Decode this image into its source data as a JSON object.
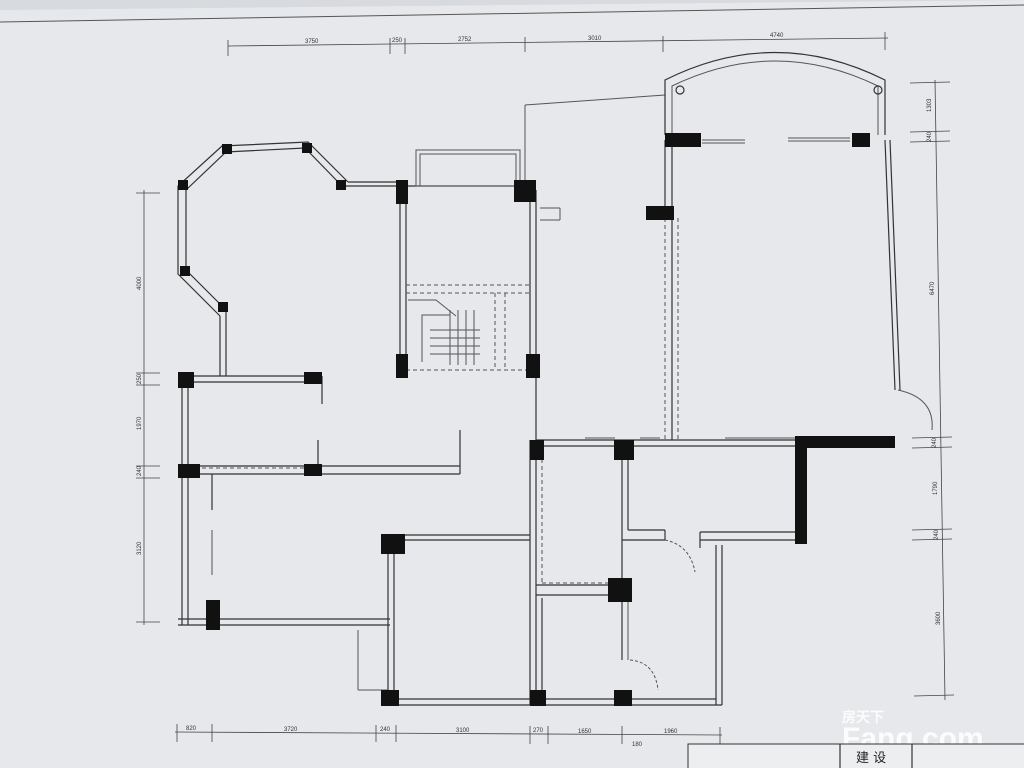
{
  "dimensions": {
    "top": [
      "3750",
      "250",
      "2752",
      "3010",
      "4740"
    ],
    "bottom": [
      "820",
      "3720",
      "240",
      "3100",
      "270",
      "1650",
      "1960"
    ],
    "bottom_extra": "180",
    "left": [
      "4000",
      "250",
      "1970",
      "240",
      "3120"
    ],
    "right": [
      "1303",
      "240",
      "6470",
      "240",
      "1790",
      "240",
      "3600"
    ]
  },
  "watermark": {
    "cn": "房天下",
    "en": "Fang.com"
  },
  "title_block": {
    "label": "建 设"
  }
}
